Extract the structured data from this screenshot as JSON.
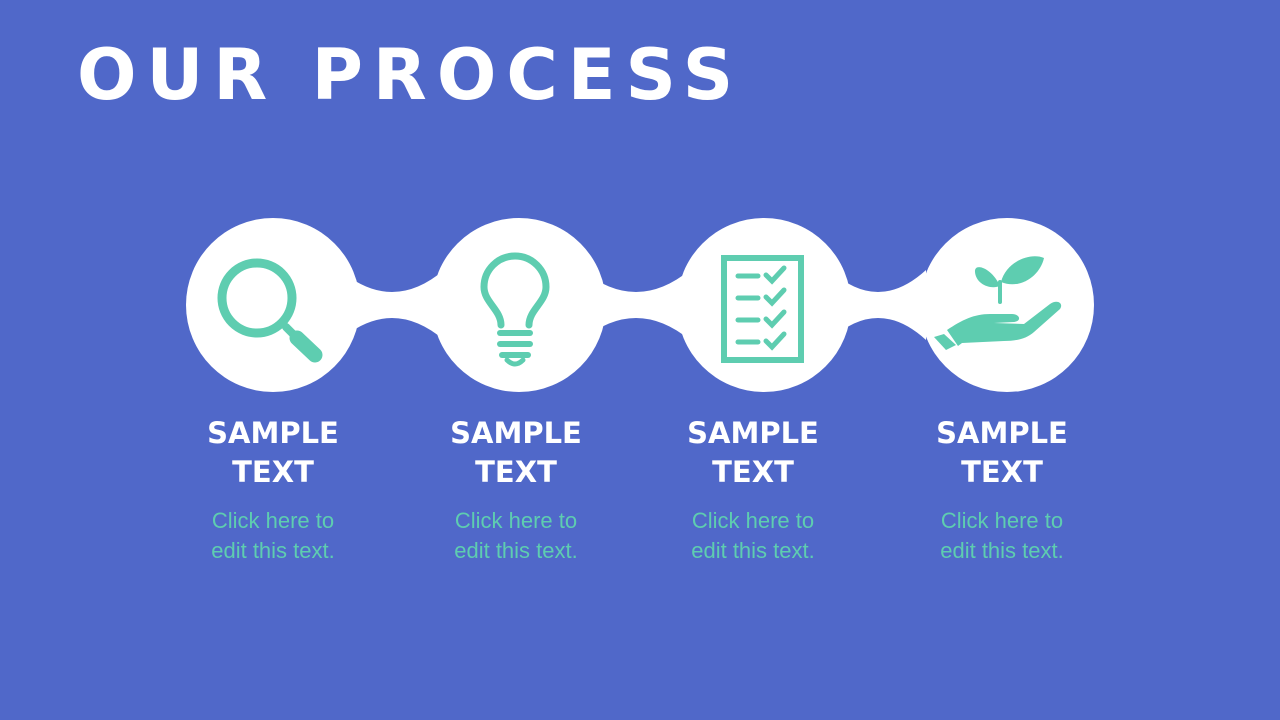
{
  "title": "OUR PROCESS",
  "colors": {
    "background": "#5068C9",
    "shape": "#FFFFFF",
    "accent": "#5ECDB0",
    "heading": "#FFFFFF"
  },
  "steps": [
    {
      "icon": "magnifying-glass-icon",
      "heading": [
        "SAMPLE",
        "TEXT"
      ],
      "description": [
        "Click here to",
        "edit this text."
      ]
    },
    {
      "icon": "lightbulb-icon",
      "heading": [
        "SAMPLE",
        "TEXT"
      ],
      "description": [
        "Click here to",
        "edit this text."
      ]
    },
    {
      "icon": "checklist-icon",
      "heading": [
        "SAMPLE",
        "TEXT"
      ],
      "description": [
        "Click here to",
        "edit this text."
      ]
    },
    {
      "icon": "hand-with-plant-icon",
      "heading": [
        "SAMPLE",
        "TEXT"
      ],
      "description": [
        "Click here to",
        "edit this text."
      ]
    }
  ]
}
